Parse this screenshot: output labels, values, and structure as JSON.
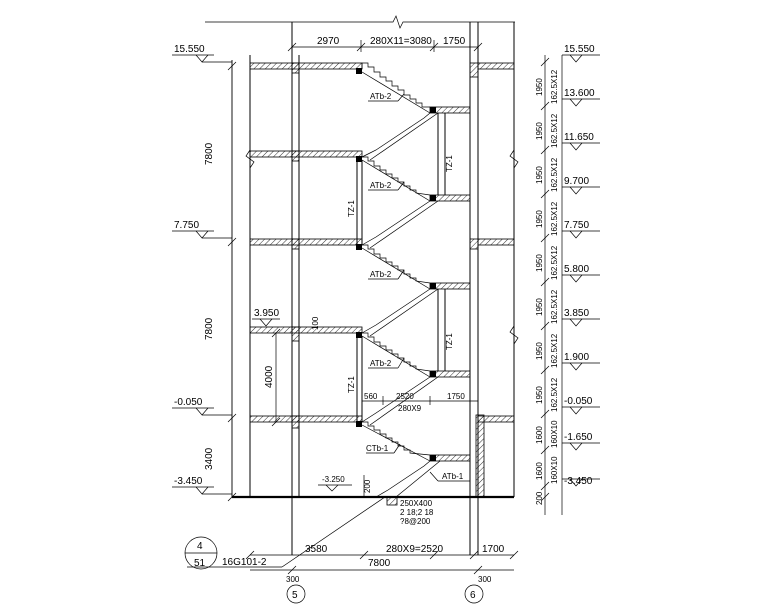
{
  "top_dims": [
    "2970",
    "280X11=3080",
    "1750"
  ],
  "bottom_dims": [
    "3580",
    "280X9=2520",
    "1700"
  ],
  "bottom_total": "7800",
  "grid_left": "5",
  "grid_right": "6",
  "side_offsets": [
    "300",
    "300"
  ],
  "left_elevations": [
    "15.550",
    "7.750",
    "3.950",
    "-0.050",
    "-3.450"
  ],
  "right_elevations": [
    "15.550",
    "13.600",
    "11.650",
    "9.700",
    "7.750",
    "5.800",
    "3.850",
    "1.900",
    "-0.050",
    "-1.650",
    "-3.450"
  ],
  "left_vdims": [
    "7800",
    "7800",
    "3400",
    "4000"
  ],
  "right_vdims": [
    {
      "h": "1950",
      "s": "162.5X12"
    },
    {
      "h": "1950",
      "s": "162.5X12"
    },
    {
      "h": "1950",
      "s": "162.5X12"
    },
    {
      "h": "1950",
      "s": "162.5X12"
    },
    {
      "h": "1950",
      "s": "162.5X12"
    },
    {
      "h": "1950",
      "s": "162.5X12"
    },
    {
      "h": "1950",
      "s": "162.5X12"
    },
    {
      "h": "1950",
      "s": "162.5X12"
    },
    {
      "h": "1600",
      "s": "160X10"
    },
    {
      "h": "1600",
      "s": "160X10"
    },
    {
      "h": "200",
      "s": ""
    }
  ],
  "stair_labels": [
    "ATb-2",
    "ATb-2",
    "ATb-2",
    "ATb-2",
    "CTb-1",
    "ATb-1"
  ],
  "column_label": "TZ-1",
  "inner_dims": [
    "560",
    "2520",
    "1750",
    "280X9",
    "100"
  ],
  "pit_elevation": "-3.250",
  "pit_dim": "200",
  "beam_spec": [
    "250X400",
    "2 18;2 18",
    "?8@200"
  ],
  "detail_ref": {
    "top": "4",
    "bottom": "51",
    "atlas": "16G101-2"
  }
}
